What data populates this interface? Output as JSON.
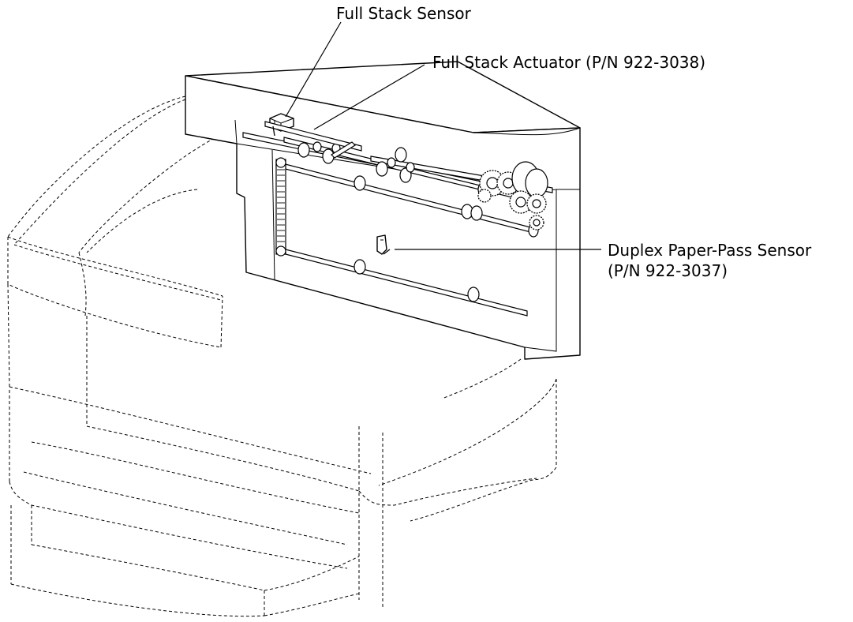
{
  "diagram": {
    "labels": {
      "full_stack_sensor": "Full Stack Sensor",
      "full_stack_actuator": "Full Stack Actuator (P/N 922-3038)",
      "duplex_sensor_line1": "Duplex Paper-Pass Sensor",
      "duplex_sensor_line2": "(P/N 922-3037)"
    }
  }
}
